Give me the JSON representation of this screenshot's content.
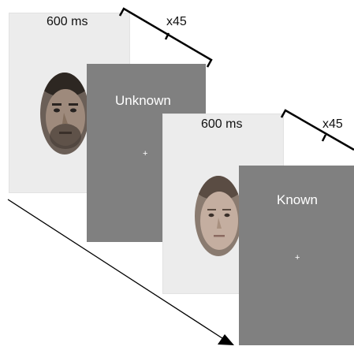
{
  "trial_1": {
    "duration": "600 ms",
    "repeat": "x45",
    "condition": "Unknown",
    "fixation": "+"
  },
  "trial_2": {
    "duration": "600 ms",
    "repeat": "x45",
    "condition": "Known",
    "fixation": "+"
  },
  "colors": {
    "face_card": "#ececec",
    "gray_card": "#808080",
    "text_dark": "#111111",
    "text_light": "#ffffff"
  }
}
